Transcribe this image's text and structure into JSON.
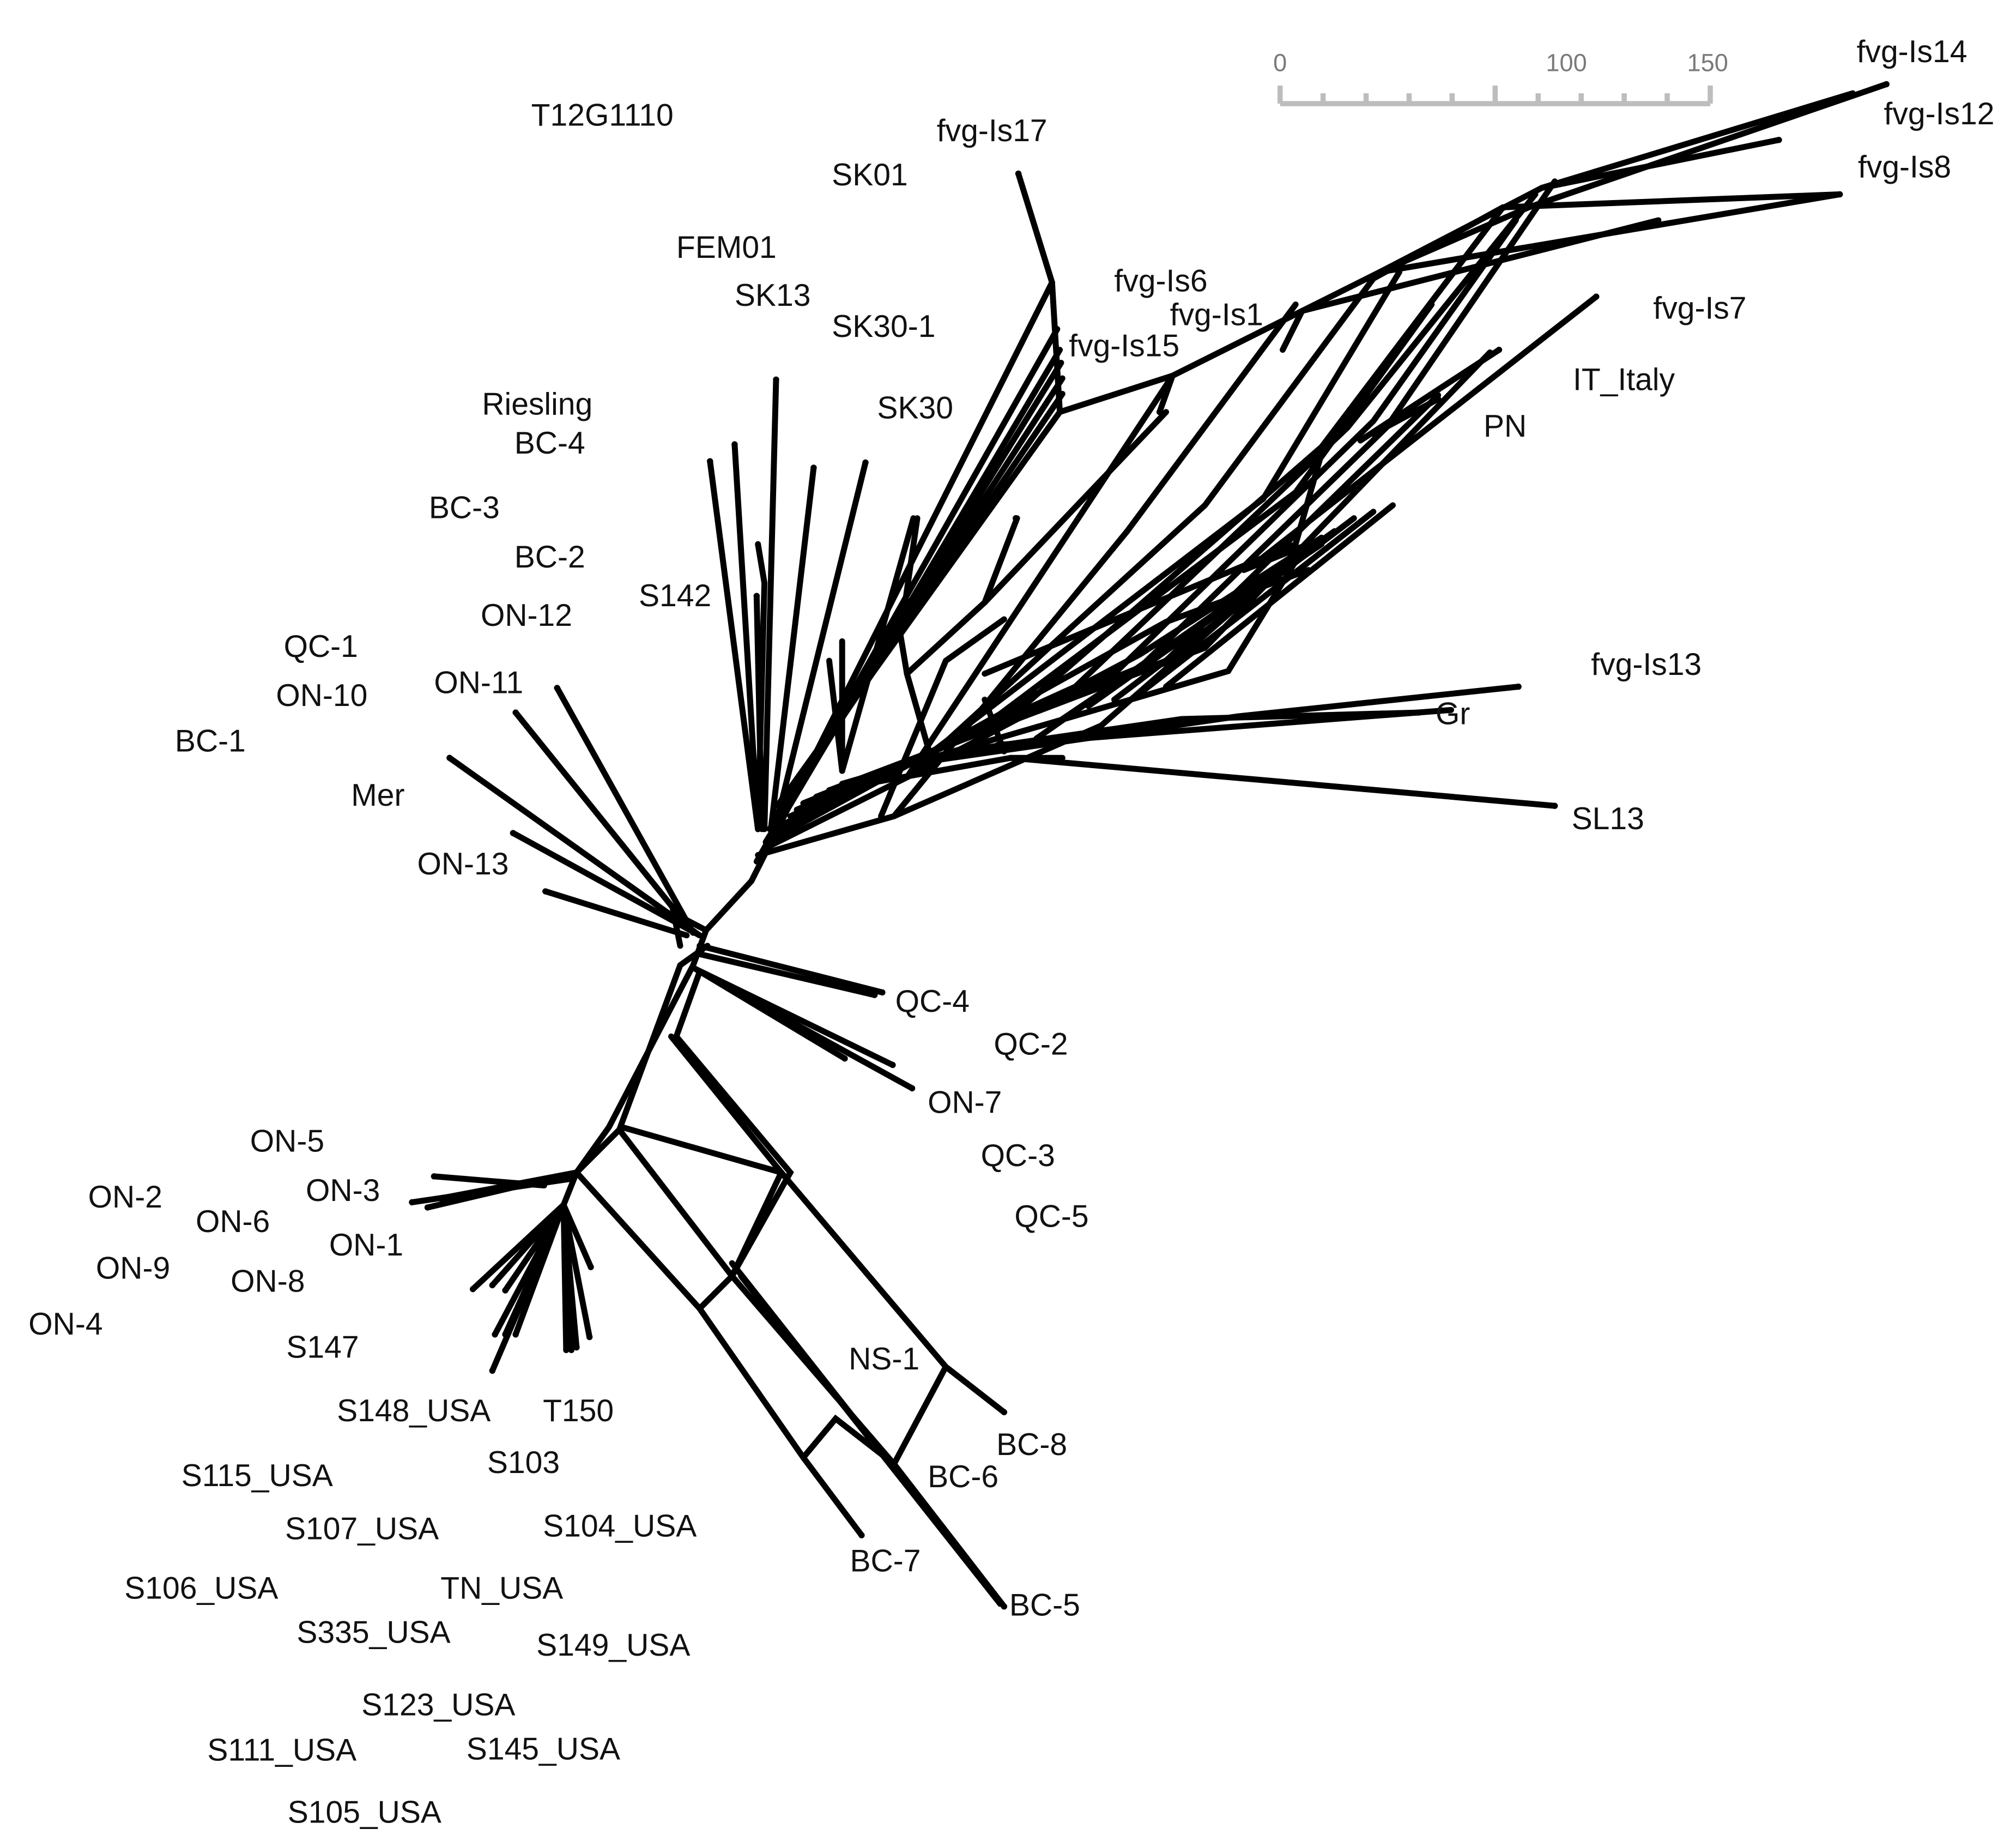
{
  "figure": {
    "type": "split-network",
    "scale_bar": {
      "tick_labels": [
        "0",
        "100",
        "150"
      ]
    },
    "taxa": [
      "T12G1110",
      "fvg-Is17",
      "SK01",
      "FEM01",
      "SK13",
      "SK30-1",
      "fvg-Is6",
      "fvg-Is1",
      "fvg-Is15",
      "SK30",
      "Riesling",
      "BC-4",
      "BC-3",
      "BC-2",
      "ON-12",
      "S142",
      "QC-1",
      "ON-10",
      "ON-11",
      "BC-1",
      "Mer",
      "ON-13",
      "fvg-Is14",
      "fvg-Is12",
      "fvg-Is8",
      "fvg-Is7",
      "IT_Italy",
      "PN",
      "fvg-Is13",
      "Gr",
      "SL13",
      "QC-4",
      "QC-2",
      "ON-7",
      "QC-3",
      "QC-5",
      "ON-5",
      "ON-2",
      "ON-3",
      "ON-6",
      "ON-1",
      "ON-9",
      "ON-8",
      "ON-4",
      "S147",
      "S148_USA",
      "T150",
      "S103",
      "S115_USA",
      "S107_USA",
      "S104_USA",
      "S106_USA",
      "TN_USA",
      "S335_USA",
      "S149_USA",
      "S123_USA",
      "S111_USA",
      "S145_USA",
      "S105_USA",
      "NS-1",
      "BC-8",
      "BC-6",
      "BC-7",
      "BC-5"
    ]
  }
}
